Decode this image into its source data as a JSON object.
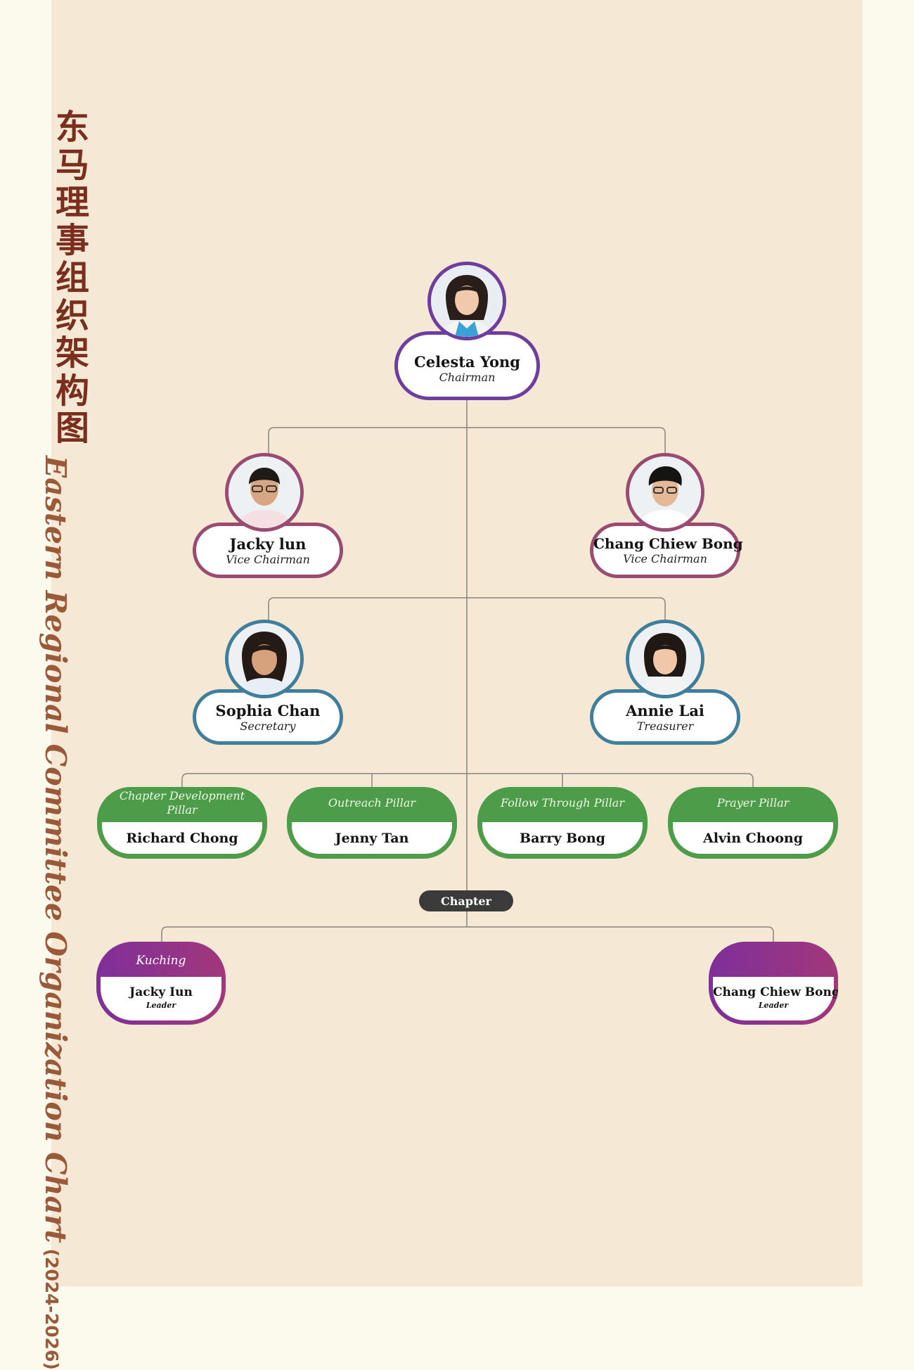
{
  "title": {
    "chinese": "东马理事组织架构图",
    "english": "Eastern Regional Committee Organization Chart",
    "years": "(2024-2026)"
  },
  "chairman": {
    "name": "Celesta Yong",
    "role": "Chairman"
  },
  "vice_chairmen": [
    {
      "name": "Jacky lun",
      "role": "Vice Chairman"
    },
    {
      "name": "Chang Chiew Bong",
      "role": "Vice Chairman"
    }
  ],
  "officers": [
    {
      "name": "Sophia Chan",
      "role": "Secretary"
    },
    {
      "name": "Annie Lai",
      "role": "Treasurer"
    }
  ],
  "pillars": [
    {
      "title": "Chapter Development Pillar",
      "leader": "Richard Chong"
    },
    {
      "title": "Outreach Pillar",
      "leader": "Jenny Tan"
    },
    {
      "title": "Follow Through Pillar",
      "leader": "Barry Bong"
    },
    {
      "title": "Prayer Pillar",
      "leader": "Alvin Choong"
    }
  ],
  "chapter_label": "Chapter",
  "chapters": [
    {
      "title": "Kuching",
      "leader": "Jacky Iun",
      "role": "Leader"
    },
    {
      "title": "",
      "leader": "Chang Chiew Bong",
      "role": "Leader"
    }
  ],
  "colors": {
    "background": "#f5e9d6",
    "title_chinese": "#7a2f1e",
    "title_english": "#9a5a3a",
    "chairman_border": "#6e3d9e",
    "vice_border": "#9a4b72",
    "officer_border": "#3f7f9c",
    "pillar_green": "#4d9c4a",
    "chapter_purple": "#8e3290",
    "chapter_pill": "#3b3b3b"
  },
  "icons": [
    "portrait-photo"
  ]
}
